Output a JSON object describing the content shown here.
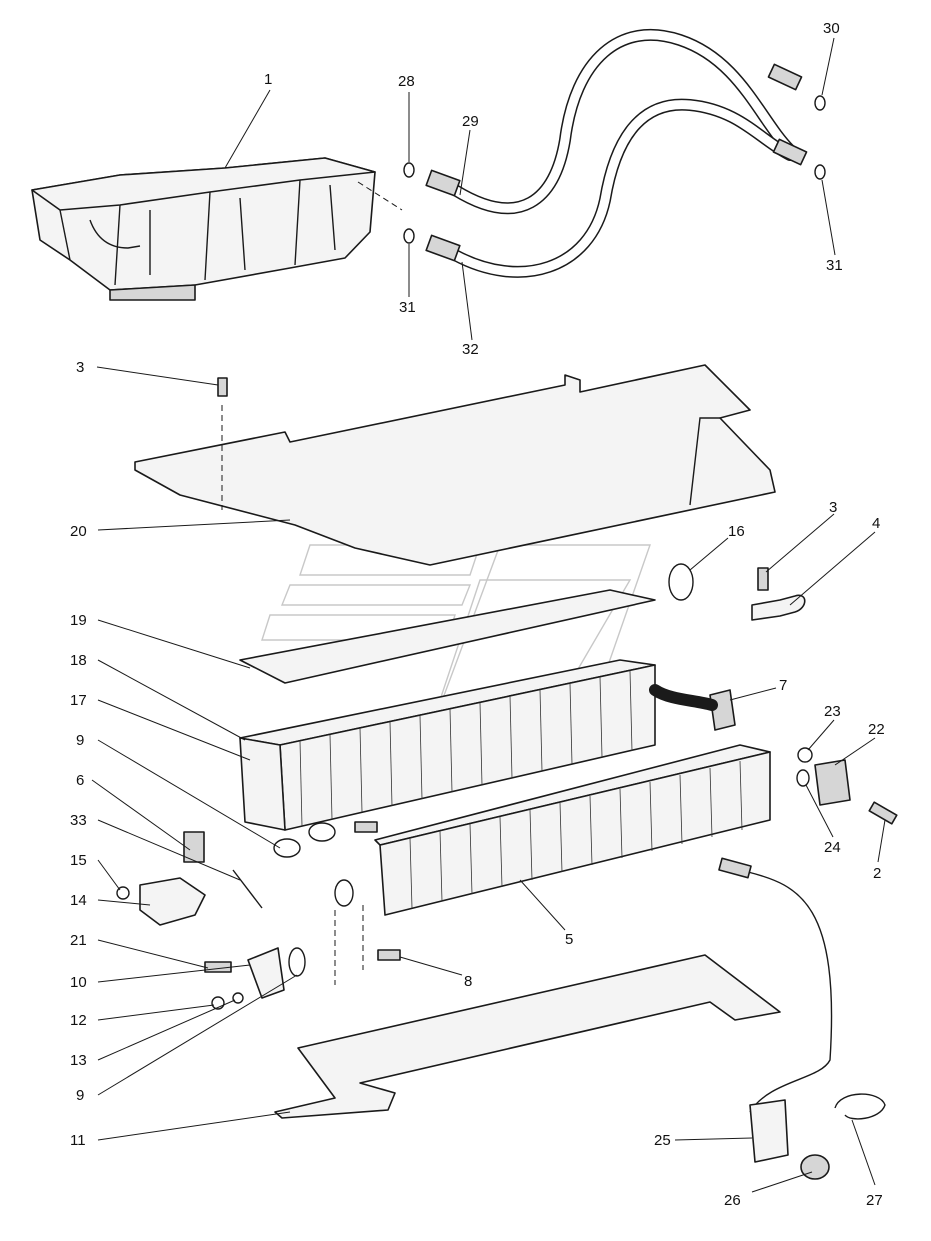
{
  "diagram": {
    "callouts": [
      "1",
      "2",
      "3",
      "3",
      "4",
      "5",
      "6",
      "7",
      "8",
      "9",
      "9",
      "10",
      "11",
      "12",
      "13",
      "14",
      "15",
      "16",
      "17",
      "18",
      "19",
      "20",
      "21",
      "22",
      "23",
      "24",
      "25",
      "26",
      "27",
      "28",
      "29",
      "30",
      "31",
      "31",
      "32",
      "33"
    ]
  },
  "watermark": {
    "icon": "logo-watermark"
  }
}
